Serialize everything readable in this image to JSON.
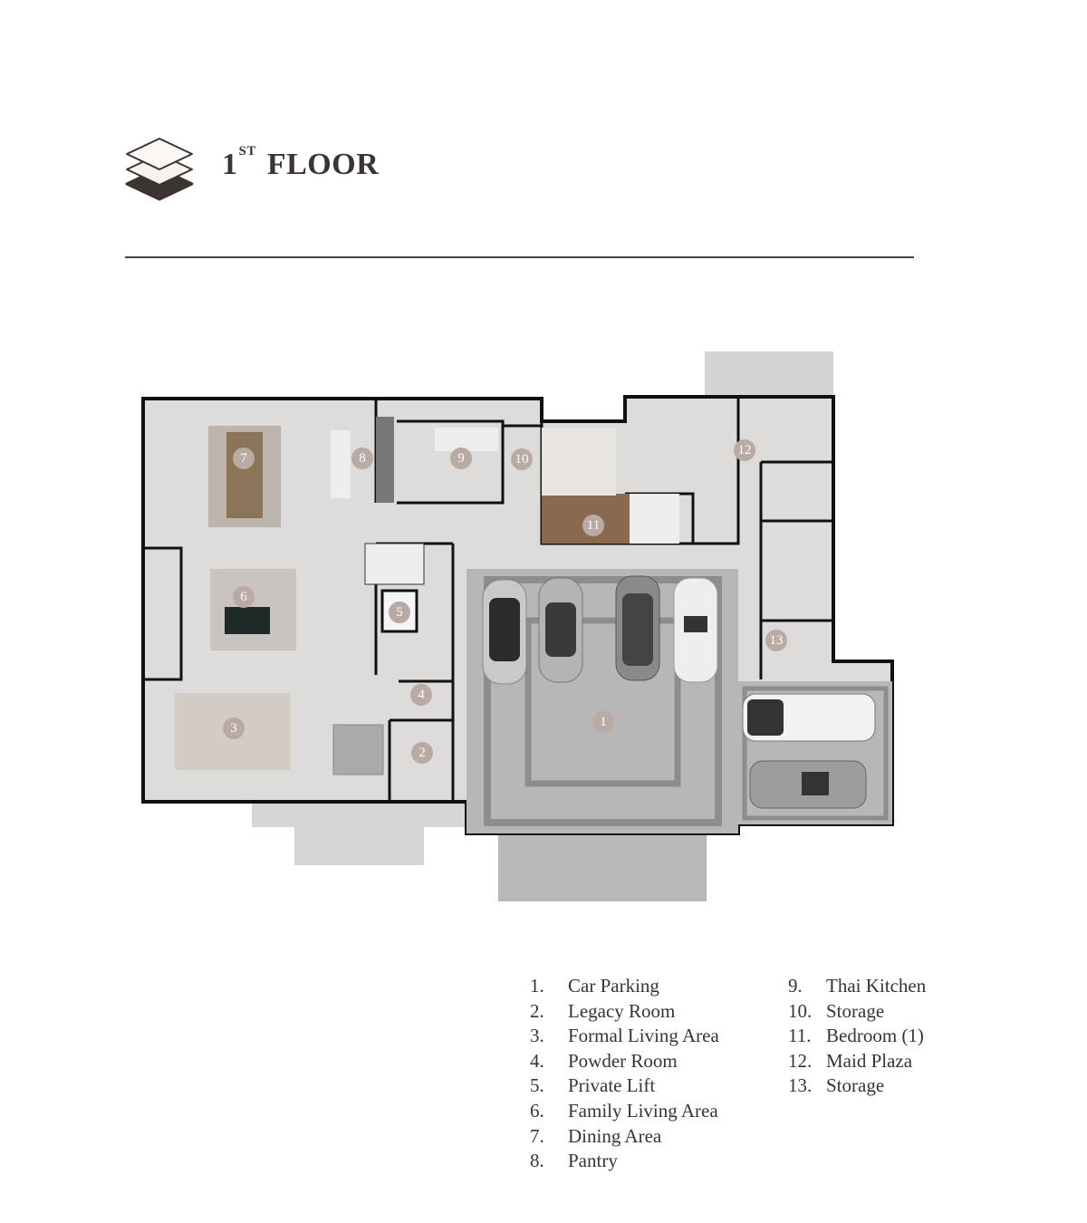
{
  "header": {
    "floor_number": "1",
    "floor_suffix": "ST",
    "floor_word": "FLOOR",
    "icon": "layers-icon"
  },
  "colors": {
    "text": "#3b3431",
    "marker": "#b9aaa3",
    "floor": "#dcd9d9",
    "wall": "#111111",
    "wood": "#8a6a4f",
    "paving": "#b5b3b3"
  },
  "rooms": [
    {
      "number": "1",
      "label": "1.",
      "name": "Car Parking"
    },
    {
      "number": "2",
      "label": "2.",
      "name": "Legacy Room"
    },
    {
      "number": "3",
      "label": "3.",
      "name": "Formal Living Area"
    },
    {
      "number": "4",
      "label": "4.",
      "name": "Powder Room"
    },
    {
      "number": "5",
      "label": "5.",
      "name": "Private Lift"
    },
    {
      "number": "6",
      "label": "6.",
      "name": "Family Living Area"
    },
    {
      "number": "7",
      "label": "7.",
      "name": "Dining Area"
    },
    {
      "number": "8",
      "label": "8.",
      "name": "Pantry"
    },
    {
      "number": "9",
      "label": "9.",
      "name": "Thai Kitchen"
    },
    {
      "number": "10",
      "label": "10.",
      "name": "Storage"
    },
    {
      "number": "11",
      "label": "11.",
      "name": "Bedroom (1)"
    },
    {
      "number": "12",
      "label": "12.",
      "name": "Maid Plaza"
    },
    {
      "number": "13",
      "label": "13.",
      "name": "Storage"
    }
  ]
}
